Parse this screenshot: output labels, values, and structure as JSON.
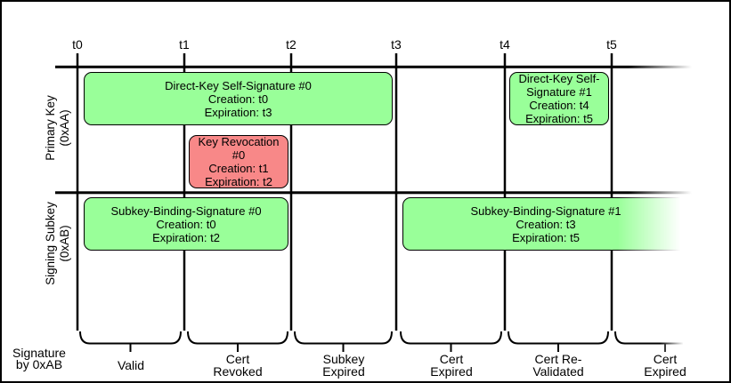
{
  "colors": {
    "background": "#ffffff",
    "line": "#000000",
    "valid_signature_fill": "#99ff99",
    "revocation_fill": "#f88888"
  },
  "timeline": {
    "ticks": [
      "t0",
      "t1",
      "t2",
      "t3",
      "t4",
      "t5"
    ]
  },
  "rows": {
    "primary_key": {
      "name": "Primary Key",
      "id": "(0xAA)"
    },
    "signing_subkey": {
      "name": "Signing Subkey",
      "id": "(0xAB)"
    }
  },
  "signatures": {
    "direct_key_0": {
      "title": "Direct-Key Self-Signature #0",
      "creation": "Creation: t0",
      "expiration": "Expiration: t3"
    },
    "key_revocation_0": {
      "title": "Key Revocation #0",
      "creation": "Creation: t1",
      "expiration": "Expiration: t2"
    },
    "direct_key_1": {
      "title": "Direct-Key Self-Signature #1",
      "creation": "Creation: t4",
      "expiration": "Expiration: t5"
    },
    "subkey_binding_0": {
      "title": "Subkey-Binding-Signature #0",
      "creation": "Creation: t0",
      "expiration": "Expiration: t2"
    },
    "subkey_binding_1": {
      "title": "Subkey-Binding-Signature #1",
      "creation": "Creation: t3",
      "expiration": "Expiration: t5"
    }
  },
  "legend": {
    "axis_label": {
      "line1": "Signature",
      "line2": "by 0xAB"
    },
    "phases": [
      {
        "line1": "Valid",
        "line2": ""
      },
      {
        "line1": "Cert",
        "line2": "Revoked"
      },
      {
        "line1": "Subkey",
        "line2": "Expired"
      },
      {
        "line1": "Cert",
        "line2": "Expired"
      },
      {
        "line1": "Cert Re-",
        "line2": "Validated"
      },
      {
        "line1": "Cert",
        "line2": "Expired"
      }
    ]
  }
}
